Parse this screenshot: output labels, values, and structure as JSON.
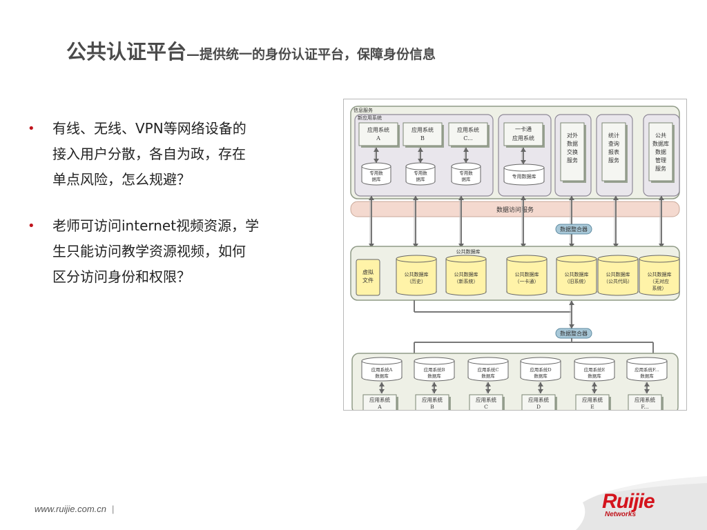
{
  "title": {
    "main": "公共认证平台",
    "sub": "—提供统一的身份认证平台，保障身份信息"
  },
  "bullets": [
    {
      "marker": "•",
      "lines": [
        "有线、无线、VPN等网络设备的",
        "接入用户分散，各自为政，存在",
        "单点风险，怎么规避？"
      ]
    },
    {
      "marker": "•",
      "lines": [
        "老师可访问internet视频资源，学",
        "生只能访问教学资源视频，如何",
        "区分访问身份和权限？"
      ]
    }
  ],
  "diagram": {
    "info_service": "信息服务",
    "new_app_system": "新应用系统",
    "apps": [
      {
        "label": "应用系统",
        "id": "A",
        "db": [
          "专用数",
          "据库"
        ]
      },
      {
        "label": "应用系统",
        "id": "B",
        "db": [
          "专用数",
          "据库"
        ]
      },
      {
        "label": "应用系统",
        "id": "C...",
        "db": [
          "专用数",
          "据库"
        ]
      }
    ],
    "card_system": {
      "lines": [
        "一卡通",
        "应用系统"
      ],
      "db": "专用数据库"
    },
    "columns": [
      [
        "对外",
        "数据",
        "交换",
        "服务"
      ],
      [
        "统计",
        "查询",
        "报表",
        "服务"
      ],
      [
        "公共",
        "数据库",
        "数据",
        "管理",
        "服务"
      ]
    ],
    "data_access_service": "数据访问服务",
    "data_integrator": "数据整合器",
    "public_db_title": "公共数据库",
    "virtual_file": [
      "虚拟",
      "文件"
    ],
    "public_dbs": [
      [
        "公共数据库",
        "（历史）"
      ],
      [
        "公共数据库",
        "（新系统）"
      ],
      [
        "公共数据库",
        "（一卡通）"
      ],
      [
        "公共数据库",
        "（旧系统）"
      ],
      [
        "公共数据库",
        "（公共代码）"
      ],
      [
        "公共数据库",
        "（无对应",
        "系统）"
      ]
    ],
    "legacy_dbs": [
      [
        "应用系统A",
        "数据库"
      ],
      [
        "应用系统B",
        "数据库"
      ],
      [
        "应用系统C",
        "数据库"
      ],
      [
        "应用系统D",
        "数据库"
      ],
      [
        "应用系统E",
        "数据库"
      ],
      [
        "应用系统F...",
        "数据库"
      ]
    ],
    "legacy_apps": [
      [
        "应用系统",
        "A"
      ],
      [
        "应用系统",
        "B"
      ],
      [
        "应用系统",
        "C"
      ],
      [
        "应用系统",
        "D"
      ],
      [
        "应用系统",
        "E"
      ],
      [
        "应用系统",
        "F..."
      ]
    ]
  },
  "footer": {
    "url": "www.ruijie.com.cn",
    "separator": "|"
  },
  "logo": {
    "brand": "Ruijie",
    "tagline": "Networks"
  },
  "colors": {
    "accent": "#c0141c",
    "panel_fill": "#eef0e6",
    "panel_stroke": "#8f9a86",
    "service_band": "#f4d9cf",
    "integrator": "#a8c8d8",
    "db_fill": "#fff3a8"
  }
}
